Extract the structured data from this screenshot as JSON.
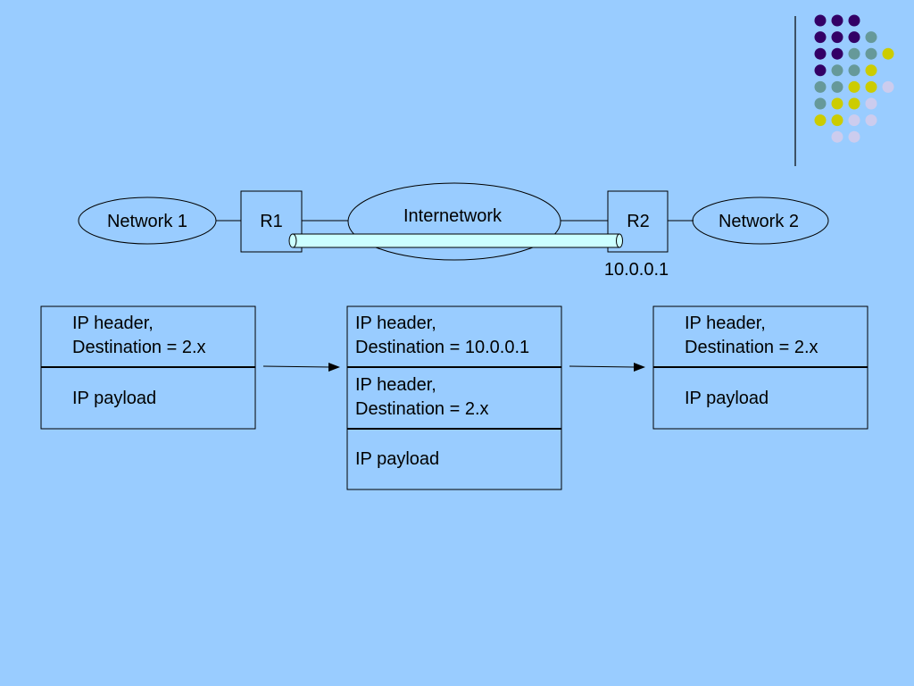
{
  "palette": {
    "background": "#99ccff",
    "dot_purple": "#330066",
    "dot_teal": "#669999",
    "dot_yellow": "#cccc00",
    "dot_lavender": "#ccccee",
    "tunnel_fill": "#ccffff",
    "line": "#000000"
  },
  "topology": {
    "network1": "Network 1",
    "router1": "R1",
    "internetwork": "Internetwork",
    "router2": "R2",
    "network2": "Network 2",
    "r2_address": "10.0.0.1"
  },
  "packets": {
    "left": {
      "header_line1": "IP header,",
      "header_line2": "Destination = 2.x",
      "payload": "IP payload"
    },
    "middle": {
      "outer_header_line1": "IP header,",
      "outer_header_line2": "Destination = 10.0.0.1",
      "inner_header_line1": "IP header,",
      "inner_header_line2": "Destination = 2.x",
      "payload": "IP payload"
    },
    "right": {
      "header_line1": "IP header,",
      "header_line2": "Destination = 2.x",
      "payload": "IP payload"
    }
  }
}
